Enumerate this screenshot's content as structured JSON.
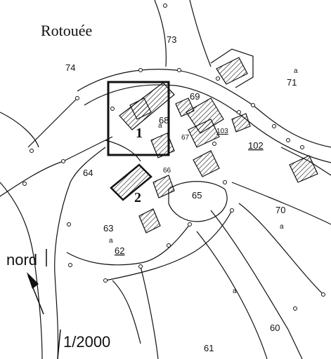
{
  "place_name": "Rotouée",
  "scale": "1/2000",
  "north_label": "nord",
  "markers": {
    "one": "1",
    "two": "2"
  },
  "parcels": {
    "p74": "74",
    "p73": "73",
    "p71": "71",
    "p69": "69",
    "p68": "68",
    "p67": "67",
    "p66": "66",
    "p103": "103",
    "p102": "102",
    "p64": "64",
    "p65": "65",
    "p70": "70",
    "p63": "63",
    "p62": "62",
    "p60": "60",
    "p61": "61"
  },
  "a_marks": [
    "a",
    "a",
    "a",
    "a",
    "a"
  ],
  "colors": {
    "ink": "#111111",
    "background": "#ffffff"
  }
}
